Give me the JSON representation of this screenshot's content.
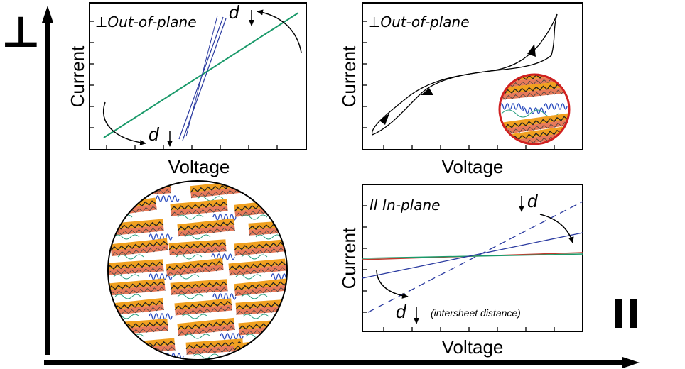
{
  "axes": {
    "vertical_symbol": "⊥",
    "horizontal_symbol": "II"
  },
  "panel_top_left": {
    "label": "⊥Out-of-plane",
    "ylabel": "Current",
    "xlabel": "Voltage",
    "d_top": "d",
    "d_bottom": "d"
  },
  "panel_top_right": {
    "label": "⊥Out-of-plane",
    "ylabel": "Current",
    "xlabel": "Voltage"
  },
  "panel_bottom_right": {
    "label": "II  In-plane",
    "ylabel": "Current",
    "xlabel": "Voltage",
    "d_top": "d",
    "d_bottom": "d",
    "annotation": "(intersheet distance)"
  },
  "colors": {
    "line_green": "#1a9a6a",
    "line_blue": "#2a3aa0",
    "line_red": "#c0392b",
    "sheet_orange": "#f0a020",
    "sheet_salmon": "#e87a5a",
    "polymer_blue": "#3050c0",
    "polymer_green": "#2aa080",
    "circle_red": "#d02020"
  }
}
